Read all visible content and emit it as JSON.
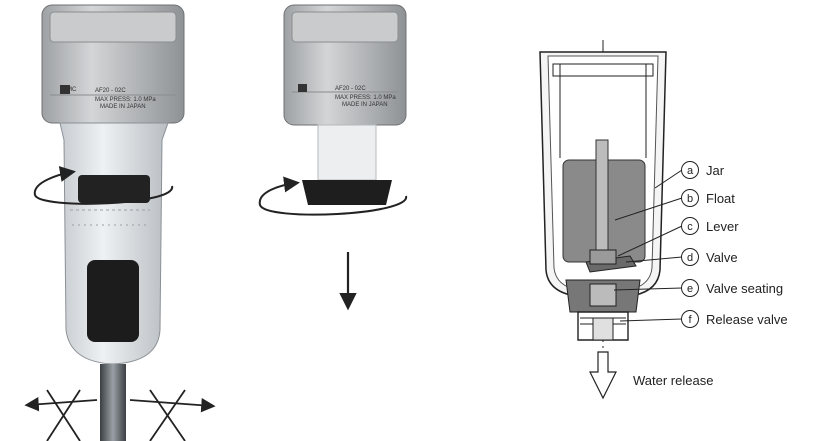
{
  "unit_model_label": "AF20 - 02C",
  "unit_pressure_label": "MAX PRESS: 1.0 MPa",
  "unit_origin_label": "MADE IN JAPAN",
  "brand_badge": "SMC",
  "parts": [
    {
      "letter": "a",
      "name": "Jar"
    },
    {
      "letter": "b",
      "name": "Float"
    },
    {
      "letter": "c",
      "name": "Lever"
    },
    {
      "letter": "d",
      "name": "Valve"
    },
    {
      "letter": "e",
      "name": "Valve seating"
    },
    {
      "letter": "f",
      "name": "Release valve"
    }
  ],
  "water_release_label": "Water release",
  "colors": {
    "housing_grey": "#b9bcbf",
    "float_fill": "#888888",
    "line": "#222222"
  }
}
